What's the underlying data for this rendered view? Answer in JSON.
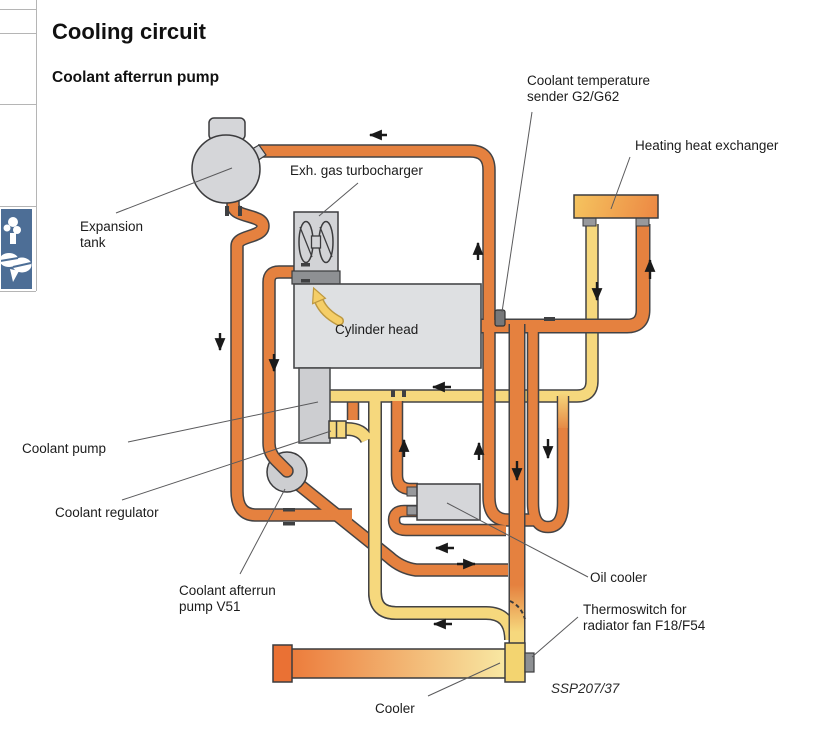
{
  "page": {
    "title": "Cooling circuit",
    "subtitle": "Coolant afterrun pump",
    "figure_code": "SSP207/37"
  },
  "diagram": {
    "labels": {
      "expansion_tank": "Expansion tank",
      "turbocharger": "Exh. gas turbocharger",
      "coolant_temp_sender": "Coolant temperature sender G2/G62",
      "heating_heat_exchanger": "Heating heat exchanger",
      "cylinder_head": "Cylinder head",
      "coolant_pump": "Coolant pump",
      "coolant_regulator": "Coolant regulator",
      "coolant_afterrun_pump": "Coolant afterrun pump V51",
      "oil_cooler": "Oil cooler",
      "thermoswitch": "Thermoswitch for radiator fan F18/F54",
      "cooler": "Cooler"
    },
    "colors": {
      "pipe_hot": "#e5813f",
      "pipe_cool": "#f6d87d",
      "pipe_outline": "#434345",
      "component_gray": "#d5d6d9",
      "arrow_black": "#1a1a1a",
      "sidebar_icon_blue": "#4d6e96"
    }
  }
}
